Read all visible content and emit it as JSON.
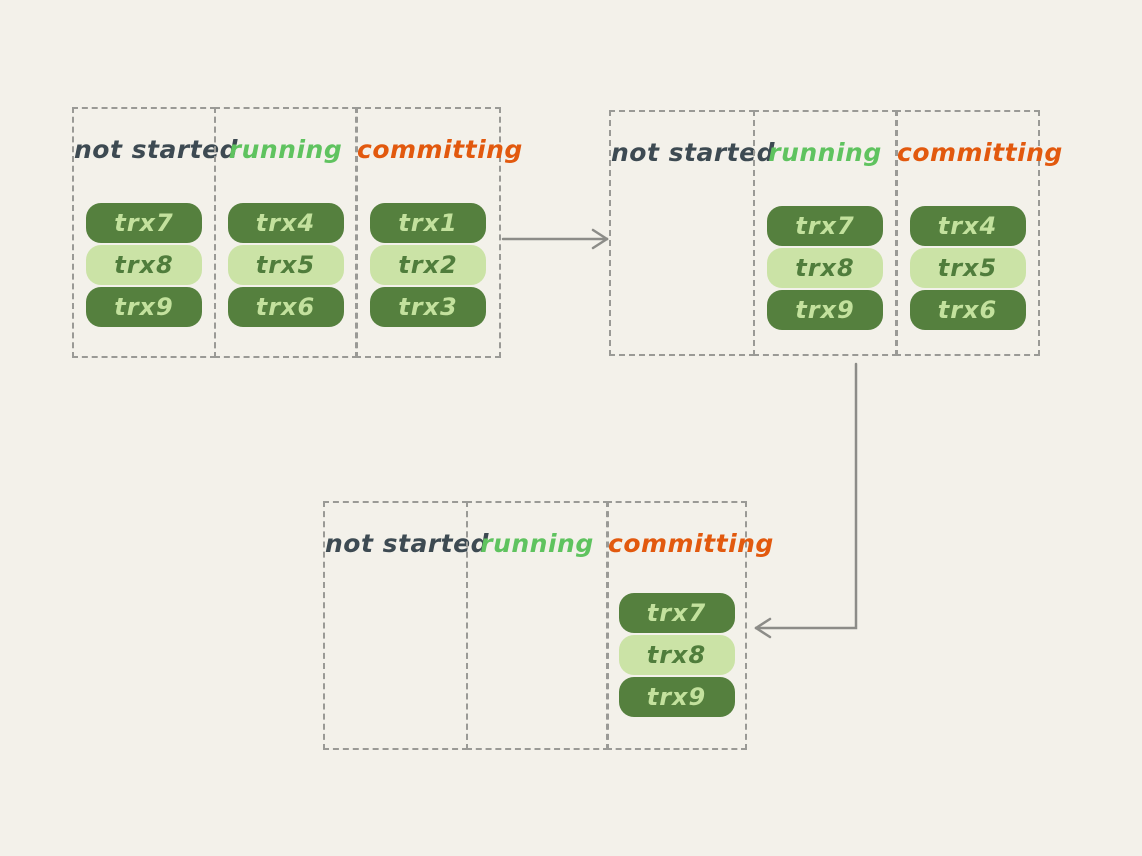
{
  "diagram": {
    "description": "Transaction state transition diagram with three snapshots",
    "colors": {
      "background": "#f3f1ea",
      "dashed_border": "#9a9a96",
      "arrow": "#8c8c88",
      "title_not_started": "#3d4a52",
      "title_running": "#5fc35f",
      "title_committing": "#e2590e",
      "pill_dark_bg": "#55803e",
      "pill_dark_text": "#c3e19d",
      "pill_light_bg": "#cbe3a6",
      "pill_light_text": "#507d3c"
    }
  },
  "groups": [
    {
      "name": "state-snapshot-1",
      "panels": [
        {
          "title": "not started",
          "pills": [
            {
              "label": "trx7",
              "variant": "dark"
            },
            {
              "label": "trx8",
              "variant": "light"
            },
            {
              "label": "trx9",
              "variant": "dark"
            }
          ]
        },
        {
          "title": "running",
          "pills": [
            {
              "label": "trx4",
              "variant": "dark"
            },
            {
              "label": "trx5",
              "variant": "light"
            },
            {
              "label": "trx6",
              "variant": "dark"
            }
          ]
        },
        {
          "title": "committing",
          "pills": [
            {
              "label": "trx1",
              "variant": "dark"
            },
            {
              "label": "trx2",
              "variant": "light"
            },
            {
              "label": "trx3",
              "variant": "dark"
            }
          ]
        }
      ]
    },
    {
      "name": "state-snapshot-2",
      "panels": [
        {
          "title": "not started",
          "pills": []
        },
        {
          "title": "running",
          "pills": [
            {
              "label": "trx7",
              "variant": "dark"
            },
            {
              "label": "trx8",
              "variant": "light"
            },
            {
              "label": "trx9",
              "variant": "dark"
            }
          ]
        },
        {
          "title": "committing",
          "pills": [
            {
              "label": "trx4",
              "variant": "dark"
            },
            {
              "label": "trx5",
              "variant": "light"
            },
            {
              "label": "trx6",
              "variant": "dark"
            }
          ]
        }
      ]
    },
    {
      "name": "state-snapshot-3",
      "panels": [
        {
          "title": "not started",
          "pills": []
        },
        {
          "title": "running",
          "pills": []
        },
        {
          "title": "committing",
          "pills": [
            {
              "label": "trx7",
              "variant": "dark"
            },
            {
              "label": "trx8",
              "variant": "light"
            },
            {
              "label": "trx9",
              "variant": "dark"
            }
          ]
        }
      ]
    }
  ],
  "arrows": [
    {
      "from": "state-snapshot-1",
      "to": "state-snapshot-2",
      "direction": "right"
    },
    {
      "from": "state-snapshot-2",
      "to": "state-snapshot-3",
      "direction": "down-then-left"
    }
  ]
}
